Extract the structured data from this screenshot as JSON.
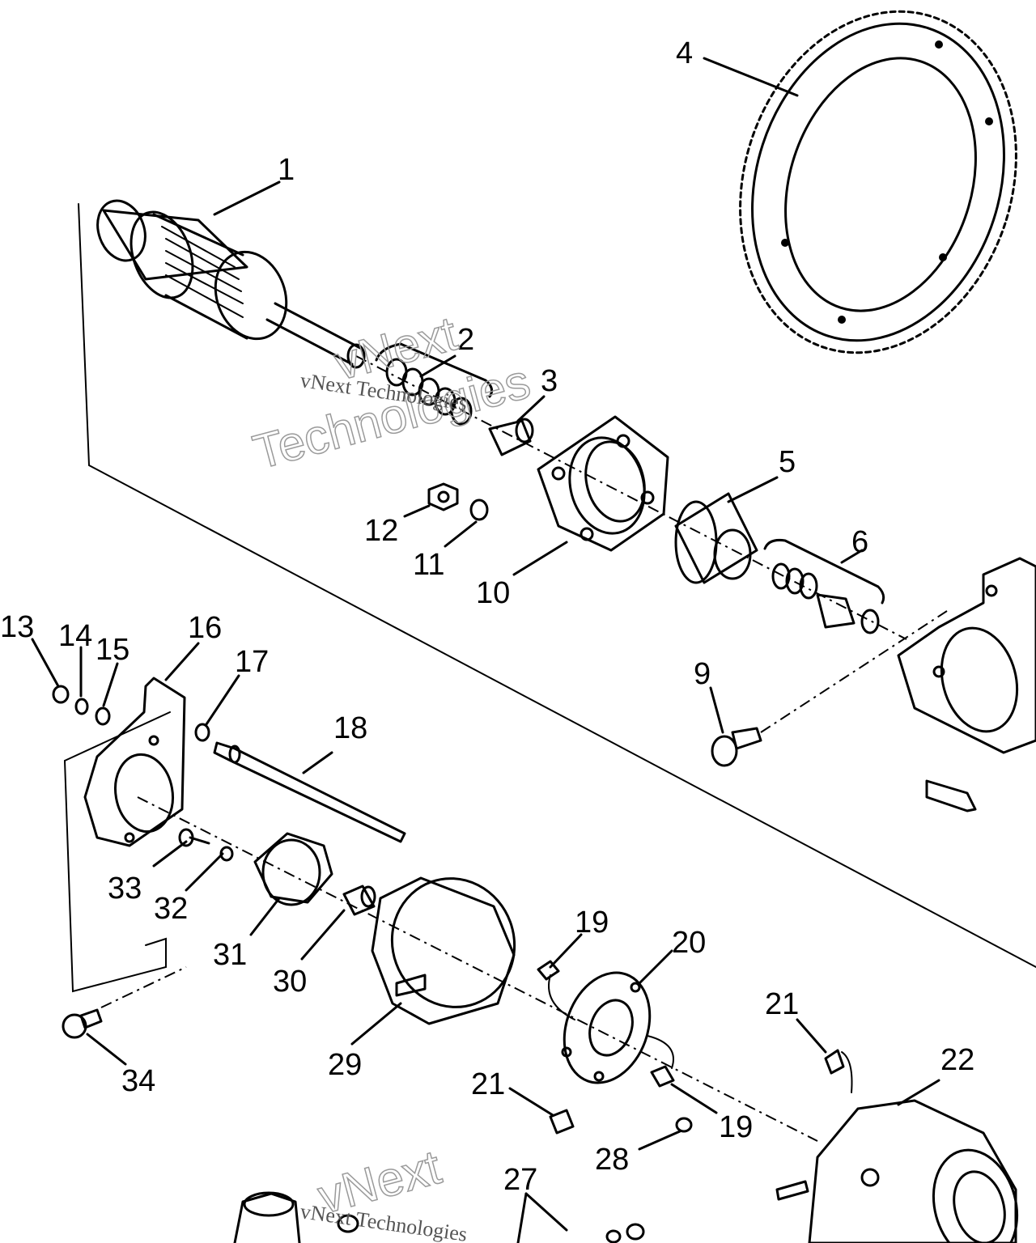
{
  "callouts": [
    "1",
    "2",
    "3",
    "4",
    "5",
    "6",
    "9",
    "10",
    "11",
    "12",
    "13",
    "14",
    "15",
    "16",
    "17",
    "18",
    "19",
    "20",
    "21",
    "22",
    "27",
    "28",
    "29",
    "30",
    "31",
    "32",
    "33",
    "34"
  ],
  "callout_19_second": "19",
  "callout_21_second": "21",
  "watermark": {
    "text_large": "vNext",
    "text_large_2": "Technologies",
    "text_small": "vNext Technologies"
  }
}
